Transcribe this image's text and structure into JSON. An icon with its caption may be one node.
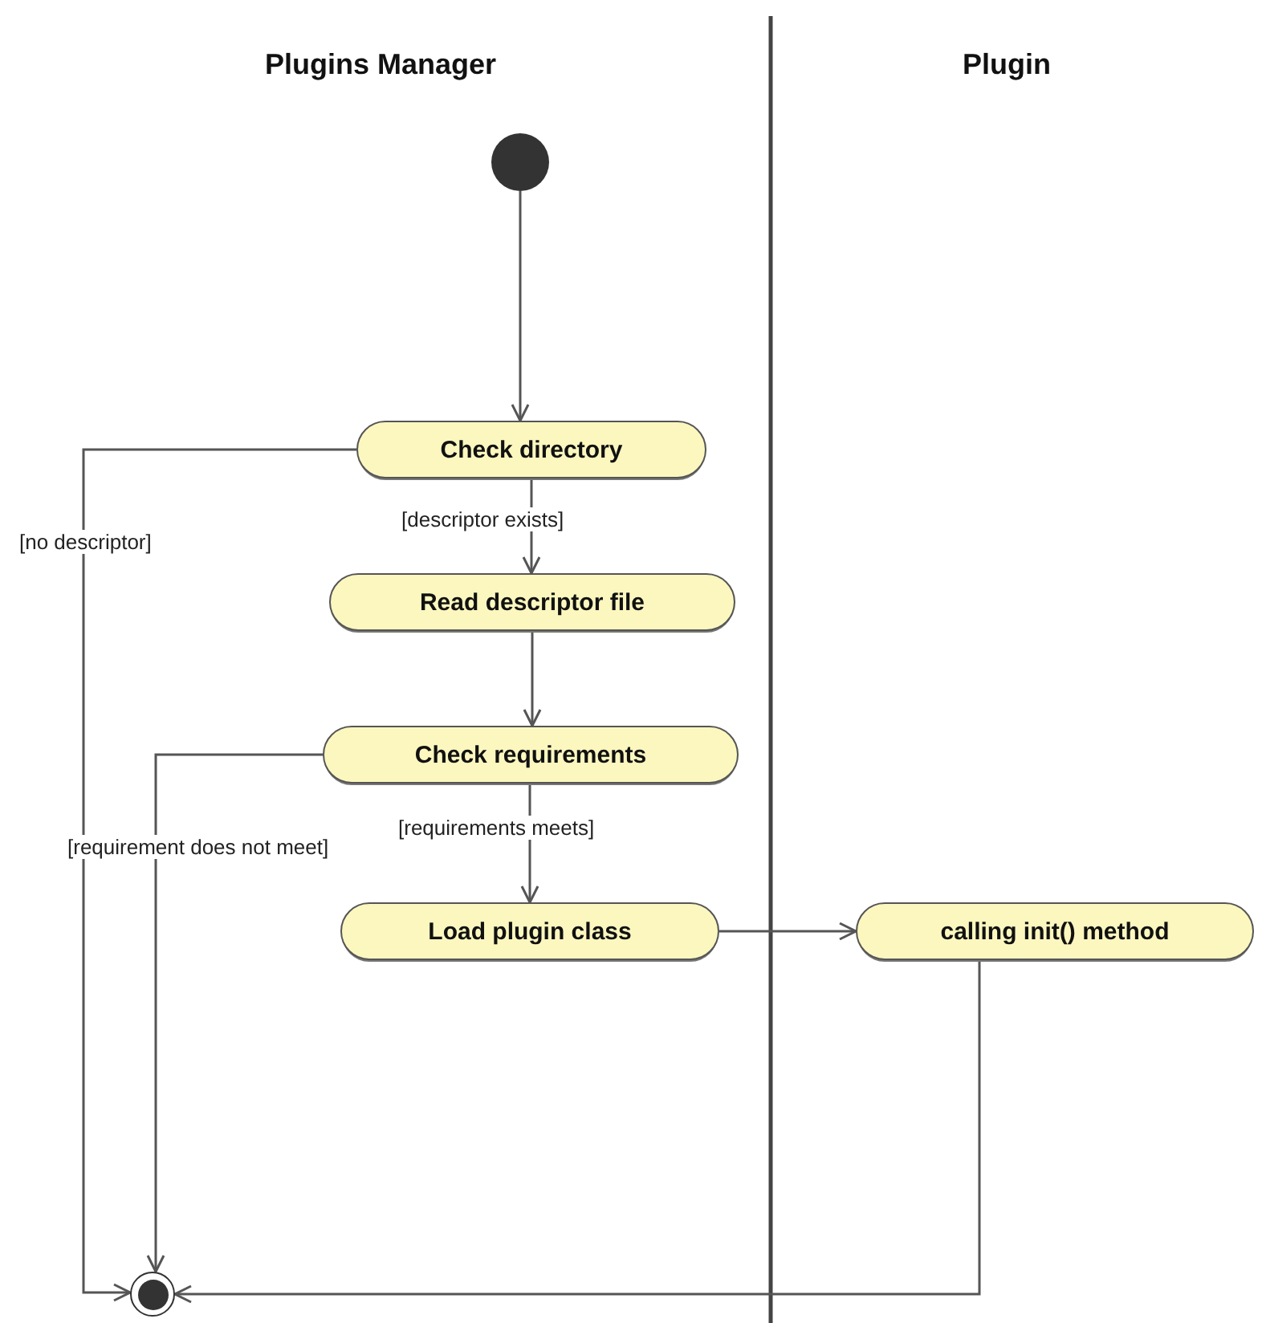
{
  "diagram": {
    "nodes": [
      {
        "text": [],
        "shape": "circle"
      },
      {
        "text": [
          "Check directory"
        ]
      },
      {
        "text": [
          "Read descriptor file"
        ]
      },
      {
        "text": [
          "Check requirements"
        ]
      },
      {
        "text": [
          "Load plugin class"
        ]
      },
      {
        "text": [
          "calling init() method"
        ]
      },
      {
        "text": [],
        "shape": "circle"
      }
    ],
    "edges": [
      {
        "from": 0,
        "to": 1,
        "arrow": "to"
      },
      {
        "from": 1,
        "to": 2,
        "arrow": "to",
        "label": "[descriptor exists]"
      },
      {
        "from": 1,
        "to": 6,
        "arrow": "to",
        "label": "[no descriptor]"
      },
      {
        "from": 2,
        "to": 3,
        "arrow": "to"
      },
      {
        "from": 3,
        "to": 6,
        "arrow": "to",
        "label": "[requirement does not meet]"
      },
      {
        "from": 3,
        "to": 4,
        "arrow": "to",
        "label": "[requirements meets]"
      },
      {
        "from": 4,
        "to": 5,
        "arrow": "to"
      },
      {
        "from": 5,
        "to": 6,
        "arrow": "to"
      }
    ],
    "labels": [
      "Plugins Manager",
      "Plugin"
    ]
  }
}
